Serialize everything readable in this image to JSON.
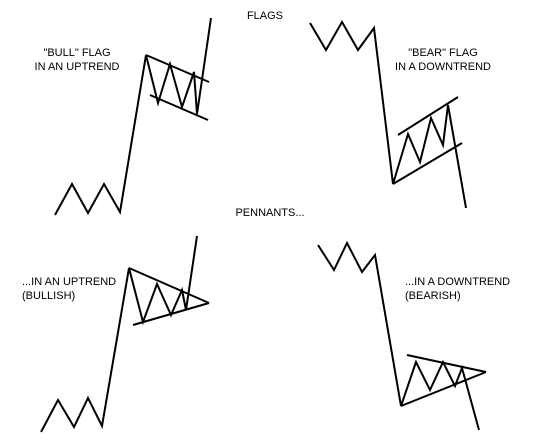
{
  "titles": {
    "flags": "FLAGS",
    "pennants": "PENNANTS..."
  },
  "labels": {
    "bull_flag": [
      "\"BULL\" FLAG",
      "IN AN UPTREND"
    ],
    "bear_flag": [
      "\"BEAR\" FLAG",
      "IN A DOWNTREND"
    ],
    "pennant_up": [
      "...IN AN UPTREND",
      "(BULLISH)"
    ],
    "pennant_down": [
      "...IN A DOWNTREND",
      "(BEARISH)"
    ]
  },
  "style": {
    "line_color": "#000000",
    "background": "#ffffff"
  }
}
